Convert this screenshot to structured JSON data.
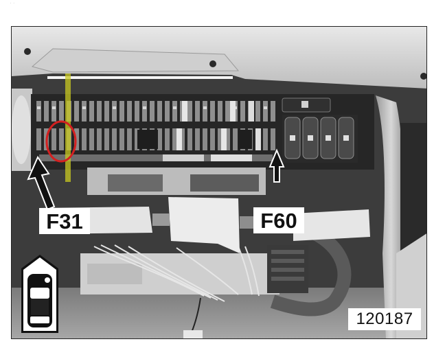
{
  "image": {
    "description": "Black-and-white photo of an automotive fuse box under the dashboard, with two fuse positions highlighted",
    "reference_number": "120187"
  },
  "callouts": [
    {
      "label": "F31",
      "target": "fuse in upper-left block, circled in red with yellow highlight"
    },
    {
      "label": "F60",
      "target": "fuse at right end of lower fuse row, indicated by arrow"
    }
  ],
  "markers": {
    "highlight_circle_color": "#d42020",
    "highlight_strip_color": "#c8c820",
    "car_position_icon": "car-top-view-front-left-indicator-icon"
  },
  "colors": {
    "frame_border": "#222222",
    "label_background": "#ffffff",
    "label_text": "#111111"
  }
}
